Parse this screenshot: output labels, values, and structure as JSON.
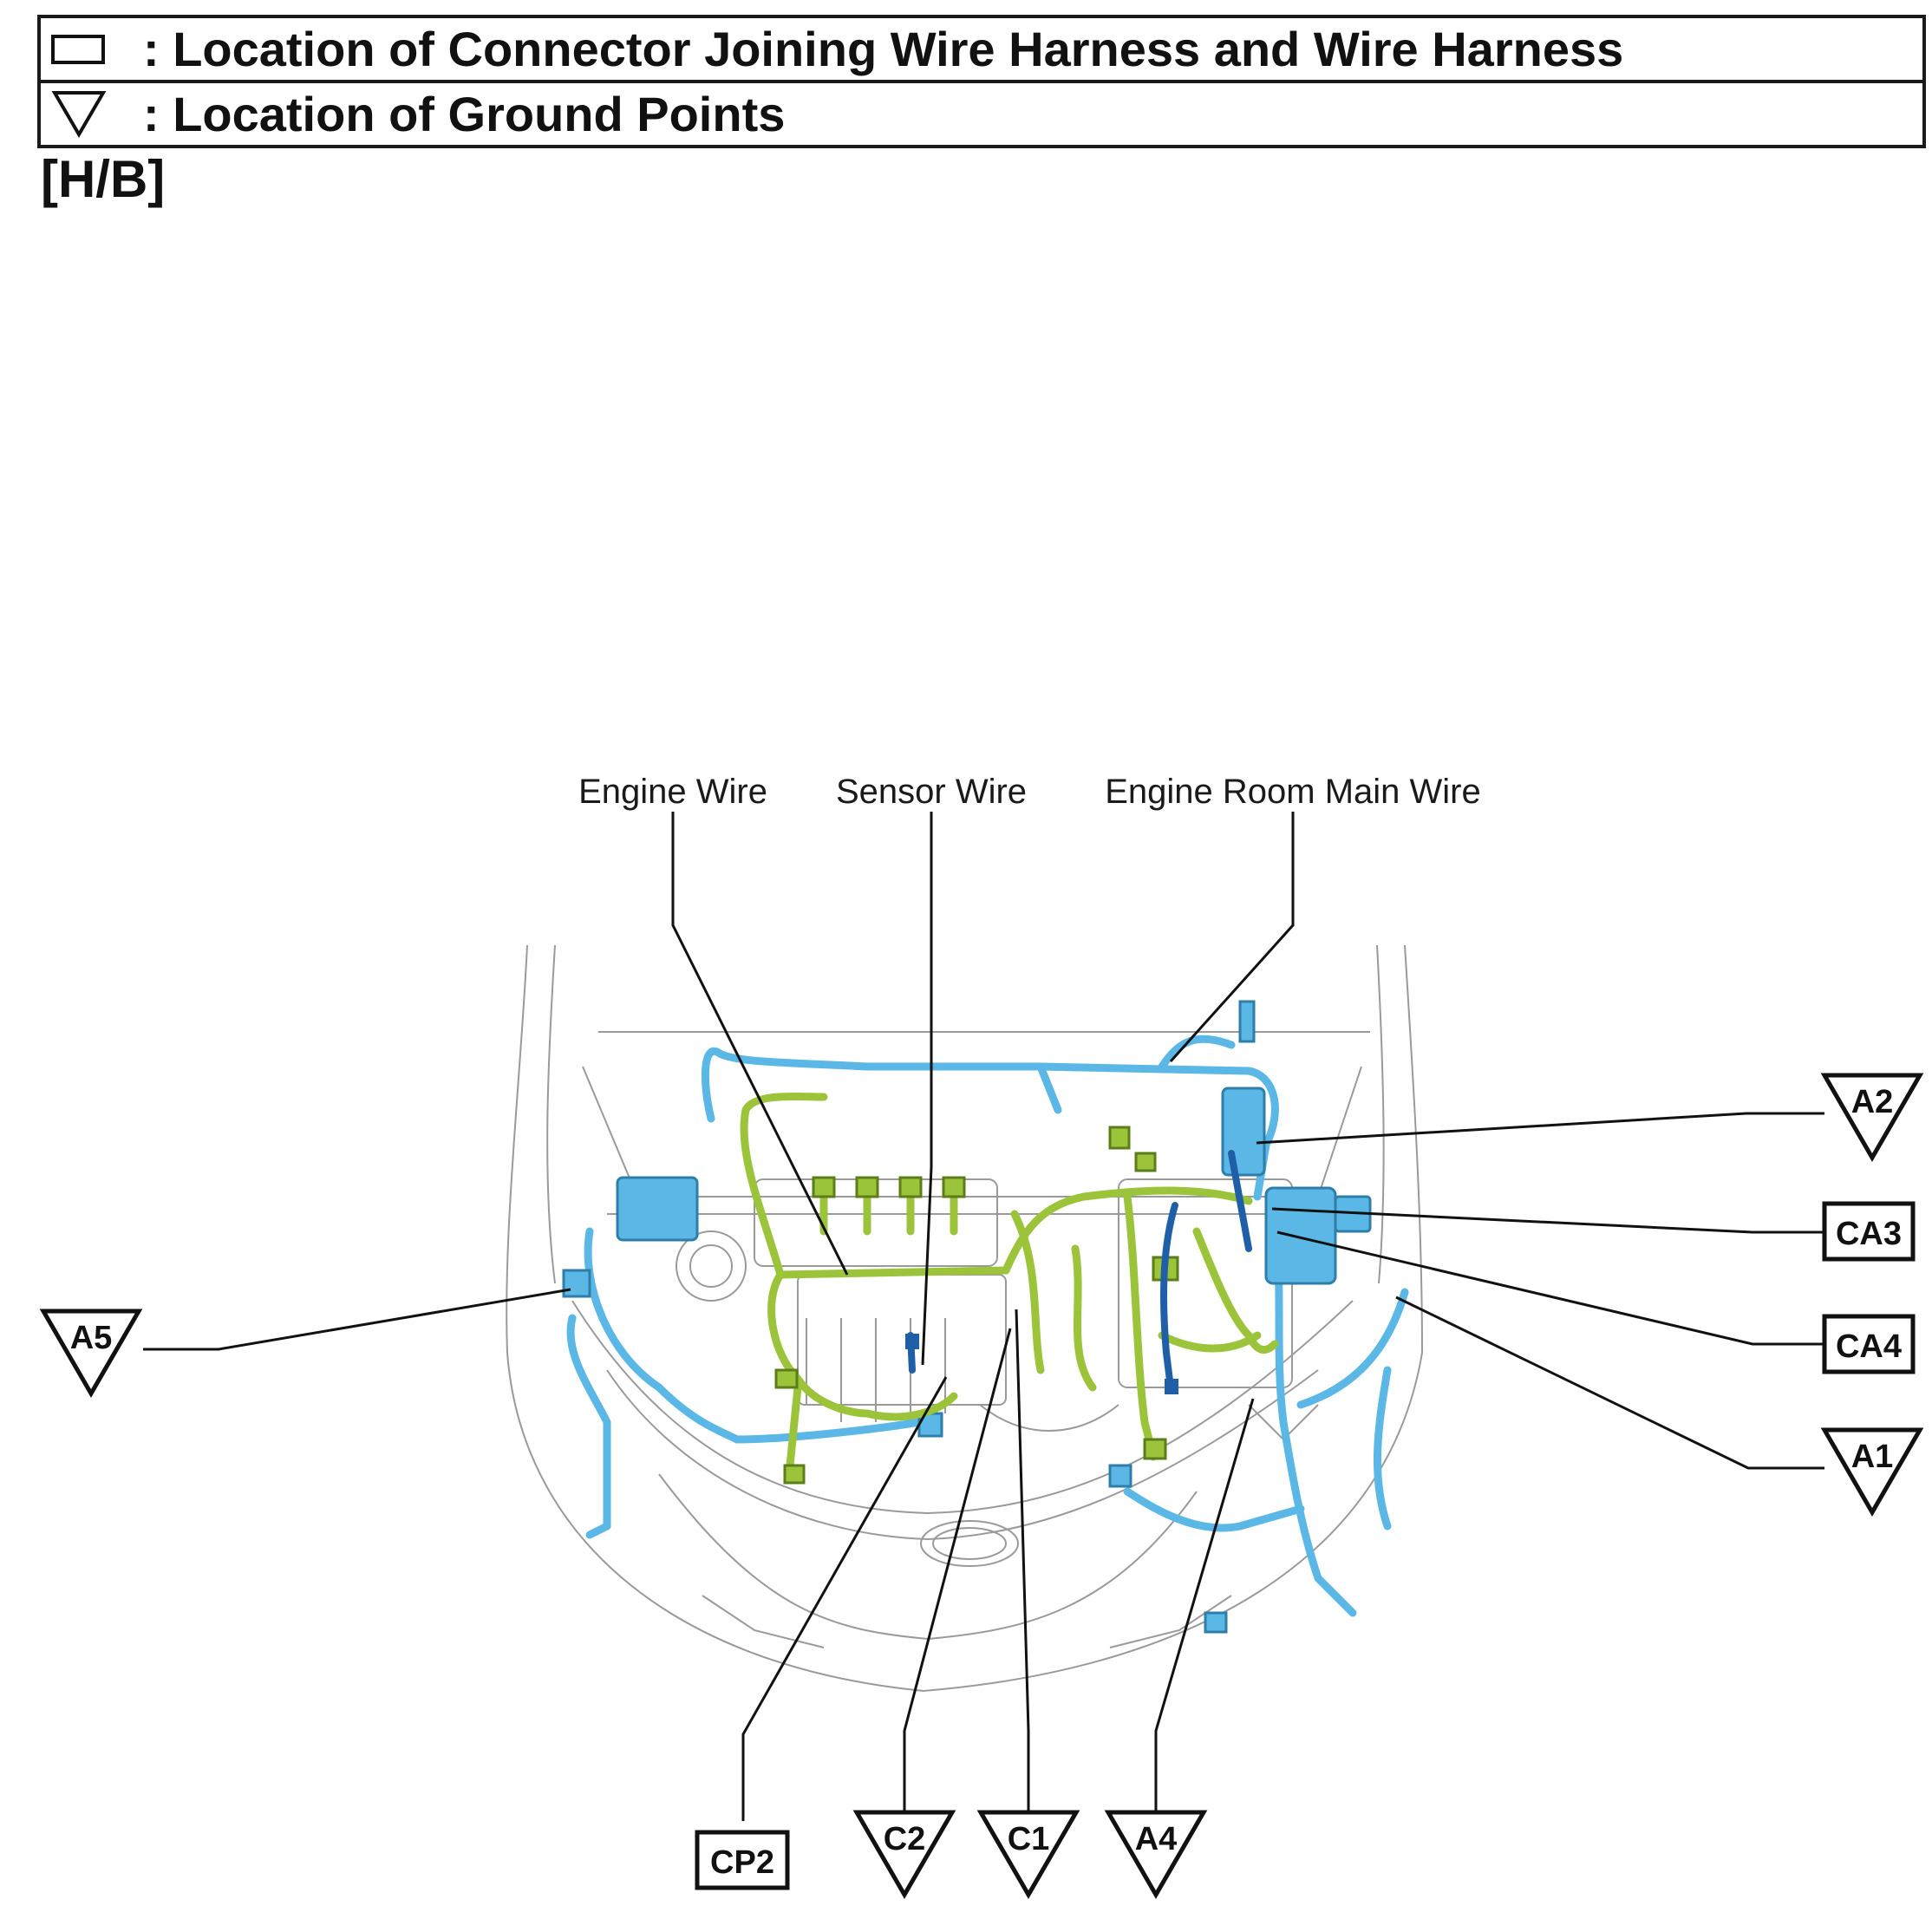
{
  "legend": {
    "connector_text": ": Location of Connector Joining Wire Harness and Wire Harness",
    "ground_text": ": Location of Ground Points",
    "connector_icon": "rectangle-icon",
    "ground_icon": "triangle-down-icon"
  },
  "section_label": "[H/B]",
  "wire_labels": {
    "engine": "Engine Wire",
    "sensor": "Sensor Wire",
    "engine_room_main": "Engine Room Main Wire"
  },
  "grounds": {
    "a1": "A1",
    "a2": "A2",
    "a4": "A4",
    "a5": "A5",
    "c1": "C1",
    "c2": "C2"
  },
  "connectors": {
    "ca3": "CA3",
    "ca4": "CA4",
    "cp2": "CP2"
  },
  "colors": {
    "engine_wire": "#9cc43b",
    "engine_room_main_wire": "#5bb8e6",
    "sensor_wire": "#1f5fa8",
    "outline": "#9a9a9a",
    "ink": "#111111"
  }
}
